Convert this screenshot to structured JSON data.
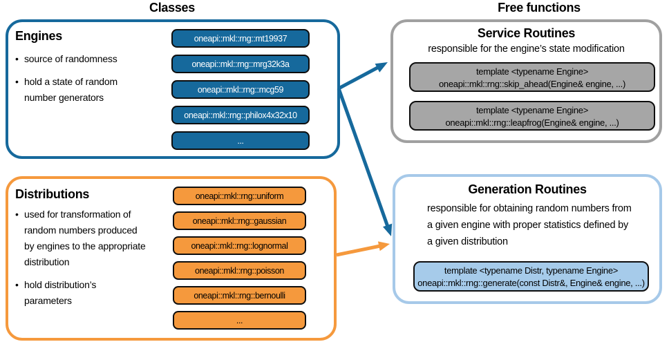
{
  "titles": {
    "classes": "Classes",
    "free_functions": "Free functions"
  },
  "colors": {
    "engine_blue": "#16699c",
    "distribution_orange": "#f5993d",
    "service_gray_border": "#a0a0a0",
    "service_gray_fill": "#a6a6a6",
    "generation_blue_border": "#a6c9e9",
    "generation_blue_fill": "#a6cbea"
  },
  "engines": {
    "heading": "Engines",
    "bullets": [
      "source of randomness",
      "hold a state of random\nnumber generators"
    ],
    "pills": [
      "oneapi::mkl::rng::mt19937",
      "oneapi::mkl::rng::mrg32k3a",
      "oneapi::mkl::rng::mcg59",
      "oneapi::mkl::rng::philox4x32x10",
      "..."
    ]
  },
  "distributions": {
    "heading": "Distributions",
    "bullets": [
      "used for transformation of\nrandom numbers produced\nby engines to the appropriate\ndistribution",
      "hold distribution’s\nparameters"
    ],
    "pills": [
      "oneapi::mkl::rng::uniform",
      "oneapi::mkl::rng::gaussian",
      "oneapi::mkl::rng::lognormal",
      "oneapi::mkl::rng::poisson",
      "oneapi::mkl::rng::bernoulli",
      "..."
    ]
  },
  "service_routines": {
    "heading": "Service Routines",
    "subtitle": "responsible for the engine’s state modification",
    "pills": [
      {
        "line1": "template <typename Engine>",
        "line2": "oneapi::mkl::rng::skip_ahead(Engine& engine, ...)"
      },
      {
        "line1": "template <typename Engine>",
        "line2": "oneapi::mkl::rng::leapfrog(Engine& engine, ...)"
      }
    ]
  },
  "generation_routines": {
    "heading": "Generation Routines",
    "subtitle": "responsible for obtaining random numbers from\na given engine with proper statistics defined by\na given distribution",
    "pills": [
      {
        "line1": "template <typename Distr, typename Engine>",
        "line2": "oneapi::mkl::rng::generate(const Distr&, Engine& engine, ...)"
      }
    ]
  }
}
